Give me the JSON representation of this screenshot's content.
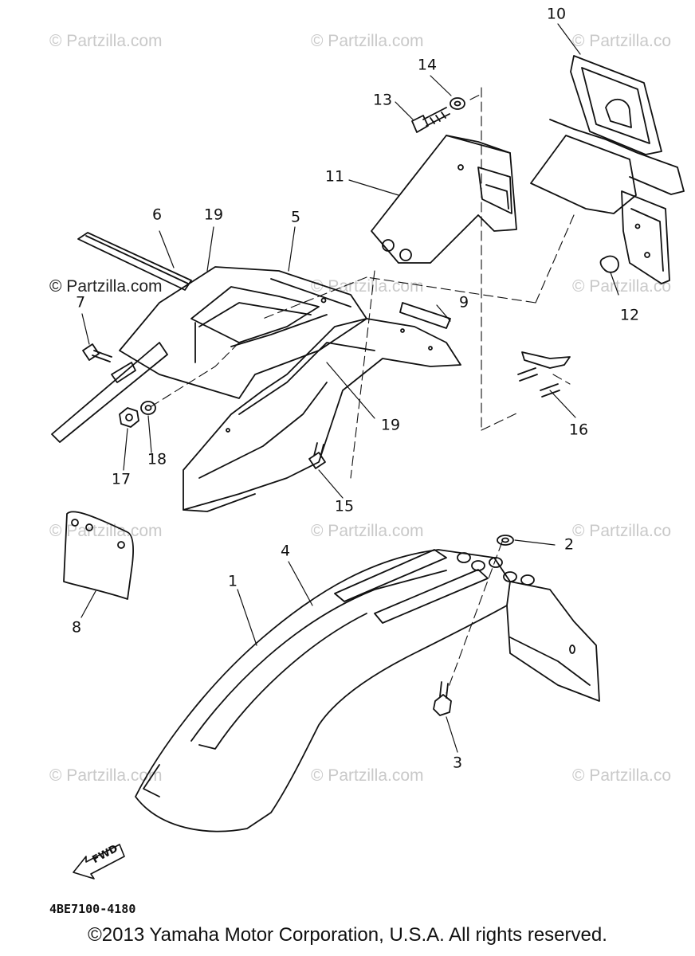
{
  "watermarks": [
    "© Partzilla.com",
    "© Partzilla.com",
    "© Partzilla.co",
    "© Partzilla.com",
    "© Partzilla.com",
    "© Partzilla.co",
    "© Partzilla.com",
    "© Partzilla.com",
    "© Partzilla.co",
    "© Partzilla.com",
    "© Partzilla.com",
    "© Partzilla.co"
  ],
  "callouts": [
    "10",
    "14",
    "13",
    "11",
    "6",
    "19",
    "5",
    "7",
    "9",
    "12",
    "16",
    "19",
    "17",
    "18",
    "15",
    "2",
    "4",
    "1",
    "8",
    "3"
  ],
  "fwd_label": "FWD",
  "drawing_code": "4BE7100-4180",
  "copyright": "©2013 Yamaha Motor Corporation, U.S.A. All rights reserved."
}
